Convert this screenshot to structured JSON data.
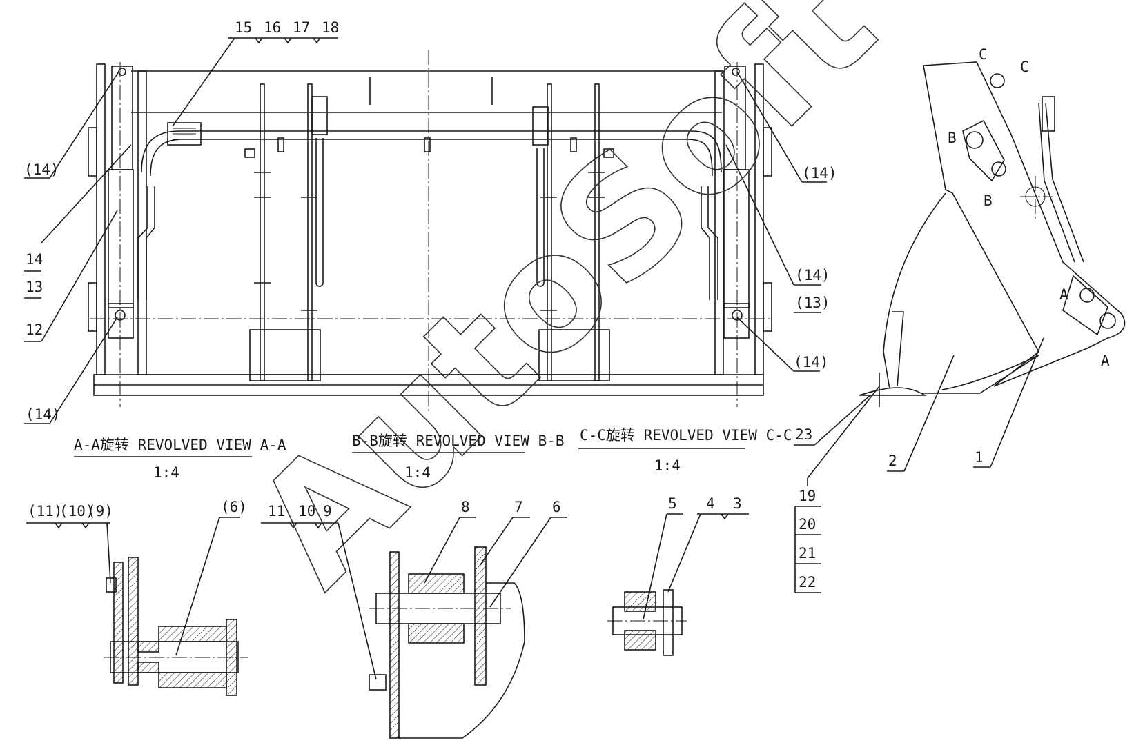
{
  "watermark": "AutoSoft",
  "views": {
    "aa": {
      "title": "A-A旋转 REVOLVED VIEW A-A",
      "scale": "1:4"
    },
    "bb": {
      "title": "B-B旋转 REVOLVED VIEW B-B",
      "scale": "1:4"
    },
    "cc": {
      "title": "C-C旋转 REVOLVED VIEW C-C",
      "scale": "1:4"
    }
  },
  "section_marks": {
    "a": "A",
    "b": "B",
    "c": "C"
  },
  "callouts": {
    "p15": "15",
    "p16": "16",
    "p17": "17",
    "p18": "18",
    "p14_ref": "(14)",
    "p14": "14",
    "p13": "13",
    "p12": "12",
    "p13_ref": "(13)",
    "p23": "23",
    "p2": "2",
    "p1": "1",
    "p19": "19",
    "p20": "20",
    "p21": "21",
    "p22": "22",
    "p11_ref": "(11)",
    "p10_ref": "(10)",
    "p9_ref": "(9)",
    "p6_ref": "(6)",
    "p11": "11",
    "p10": "10",
    "p9": "9",
    "p8": "8",
    "p7": "7",
    "p6": "6",
    "p5": "5",
    "p4": "4",
    "p3": "3"
  }
}
